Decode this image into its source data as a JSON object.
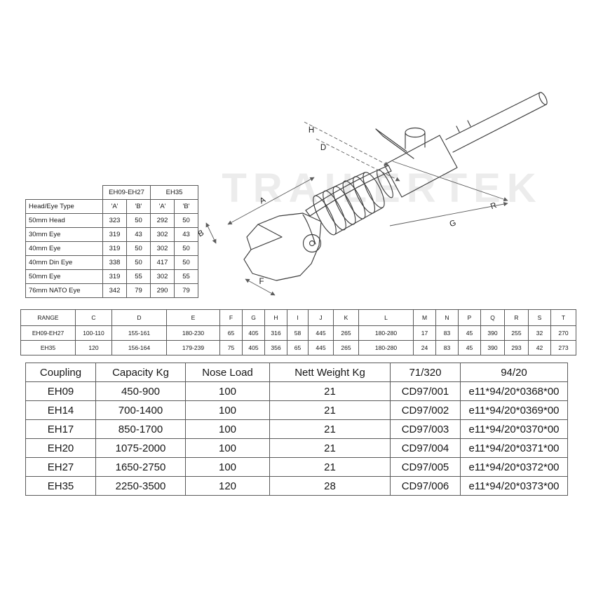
{
  "drawing": {
    "watermark": "TRAILERTEK",
    "dims": {
      "A": "A",
      "B": "B",
      "D": "D",
      "F": "F",
      "G": "G",
      "H": "H",
      "R": "R"
    }
  },
  "head_eye_table": {
    "group1": "EH09-EH27",
    "group2": "EH35",
    "col_label": "Head/Eye Type",
    "sub_headers": [
      "'A'",
      "'B'",
      "'A'",
      "'B'"
    ],
    "rows": [
      [
        "50mm Head",
        "323",
        "50",
        "292",
        "50"
      ],
      [
        "30mm Eye",
        "319",
        "43",
        "302",
        "43"
      ],
      [
        "40mm Eye",
        "319",
        "50",
        "302",
        "50"
      ],
      [
        "40mm Din Eye",
        "338",
        "50",
        "417",
        "50"
      ],
      [
        "50mm Eye",
        "319",
        "55",
        "302",
        "55"
      ],
      [
        "76mm NATO Eye",
        "342",
        "79",
        "290",
        "79"
      ]
    ]
  },
  "range_table": {
    "headers": [
      "RANGE",
      "C",
      "D",
      "E",
      "F",
      "G",
      "H",
      "I",
      "J",
      "K",
      "L",
      "M",
      "N",
      "P",
      "Q",
      "R",
      "S",
      "T"
    ],
    "rows": [
      [
        "EH09-EH27",
        "100-110",
        "155-161",
        "180-230",
        "65",
        "405",
        "316",
        "58",
        "445",
        "265",
        "180-280",
        "17",
        "83",
        "45",
        "390",
        "255",
        "32",
        "270"
      ],
      [
        "EH35",
        "120",
        "156-164",
        "179-239",
        "75",
        "405",
        "356",
        "65",
        "445",
        "265",
        "180-280",
        "24",
        "83",
        "45",
        "390",
        "293",
        "42",
        "273"
      ]
    ]
  },
  "coupling_table": {
    "headers": [
      "Coupling",
      "Capacity Kg",
      "Nose Load",
      "Nett Weight Kg",
      "71/320",
      "94/20"
    ],
    "rows": [
      [
        "EH09",
        "450-900",
        "100",
        "21",
        "CD97/001",
        "e11*94/20*0368*00"
      ],
      [
        "EH14",
        "700-1400",
        "100",
        "21",
        "CD97/002",
        "e11*94/20*0369*00"
      ],
      [
        "EH17",
        "850-1700",
        "100",
        "21",
        "CD97/003",
        "e11*94/20*0370*00"
      ],
      [
        "EH20",
        "1075-2000",
        "100",
        "21",
        "CD97/004",
        "e11*94/20*0371*00"
      ],
      [
        "EH27",
        "1650-2750",
        "100",
        "21",
        "CD97/005",
        "e11*94/20*0372*00"
      ],
      [
        "EH35",
        "2250-3500",
        "120",
        "28",
        "CD97/006",
        "e11*94/20*0373*00"
      ]
    ]
  }
}
